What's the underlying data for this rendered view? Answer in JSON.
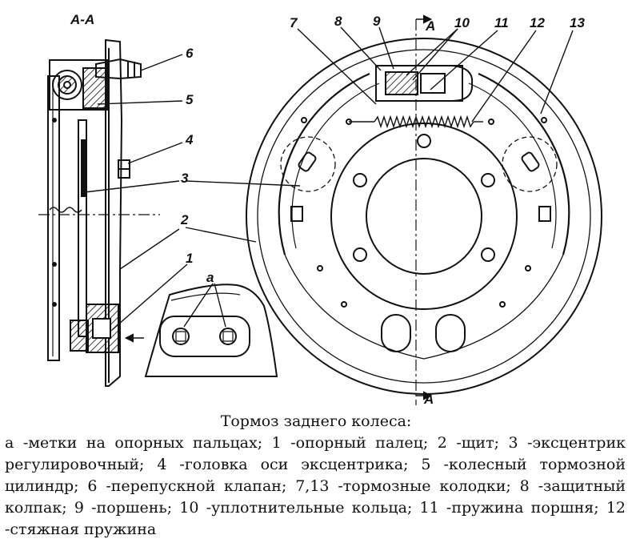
{
  "figure": {
    "section_label": "А-А",
    "section_mark_top": "А",
    "section_mark_bottom": "А",
    "callouts": [
      "6",
      "5",
      "4",
      "3",
      "2",
      "1",
      "7",
      "8",
      "9",
      "10",
      "11",
      "12",
      "13"
    ],
    "detail_mark": "а"
  },
  "caption": {
    "title": "Тормоз заднего колеса:",
    "text": "а -метки на опорных пальцах; 1 -опорный палец; 2 -щит; 3 -эксцентрик регулировочный; 4 -головка оси эксцентрика; 5 -колесный тормозной цилиндр; 6 -перепускной клапан; 7,13 -тормозные колодки; 8 -защитный колпак; 9 -поршень; 10 -уплотнительные кольца; 11 -пружина поршня; 12 -стяжная пружина"
  }
}
